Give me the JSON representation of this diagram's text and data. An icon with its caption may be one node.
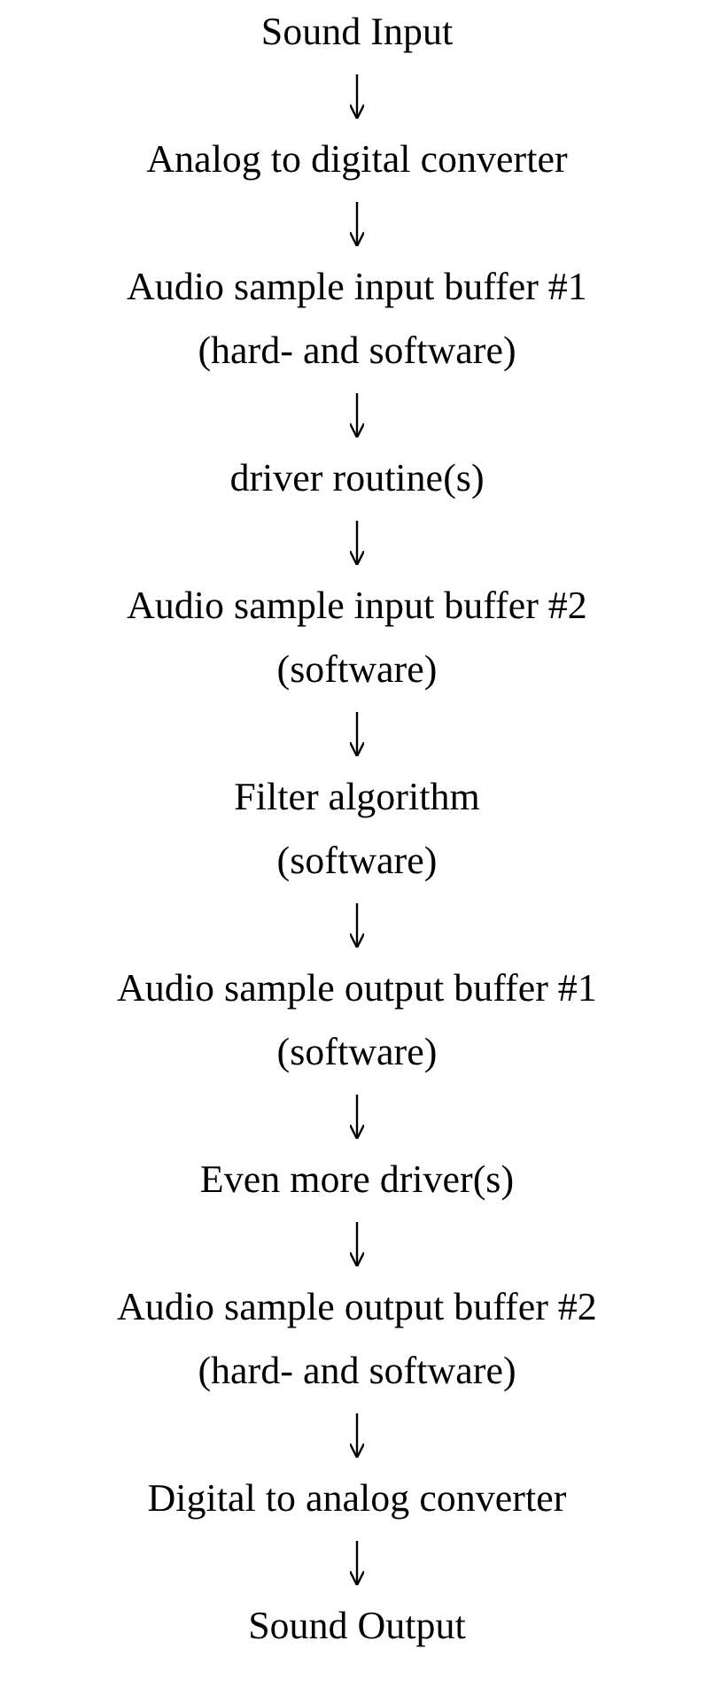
{
  "diagram": {
    "nodes": [
      {
        "text": [
          "Sound Input"
        ]
      },
      {
        "text": [
          "Analog to digital converter"
        ]
      },
      {
        "text": [
          "Audio sample input buffer #1",
          "(hard- and software)"
        ]
      },
      {
        "text": [
          "driver routine(s)"
        ]
      },
      {
        "text": [
          "Audio sample input buffer #2",
          "(software)"
        ]
      },
      {
        "text": [
          "Filter algorithm",
          "(software)"
        ]
      },
      {
        "text": [
          "Audio sample output buffer #1",
          "(software)"
        ]
      },
      {
        "text": [
          "Even more driver(s)"
        ]
      },
      {
        "text": [
          "Audio sample output buffer #2",
          "(hard- and software)"
        ]
      },
      {
        "text": [
          "Digital to analog converter"
        ]
      },
      {
        "text": [
          "Sound Output"
        ]
      }
    ],
    "edges": [
      {
        "from": 0,
        "to": 1,
        "arrow": "to"
      },
      {
        "from": 1,
        "to": 2,
        "arrow": "to"
      },
      {
        "from": 2,
        "to": 3,
        "arrow": "to"
      },
      {
        "from": 3,
        "to": 4,
        "arrow": "to"
      },
      {
        "from": 4,
        "to": 5,
        "arrow": "to"
      },
      {
        "from": 5,
        "to": 6,
        "arrow": "to"
      },
      {
        "from": 6,
        "to": 7,
        "arrow": "to"
      },
      {
        "from": 7,
        "to": 8,
        "arrow": "to"
      },
      {
        "from": 8,
        "to": 9,
        "arrow": "to"
      },
      {
        "from": 9,
        "to": 10,
        "arrow": "to"
      }
    ]
  }
}
